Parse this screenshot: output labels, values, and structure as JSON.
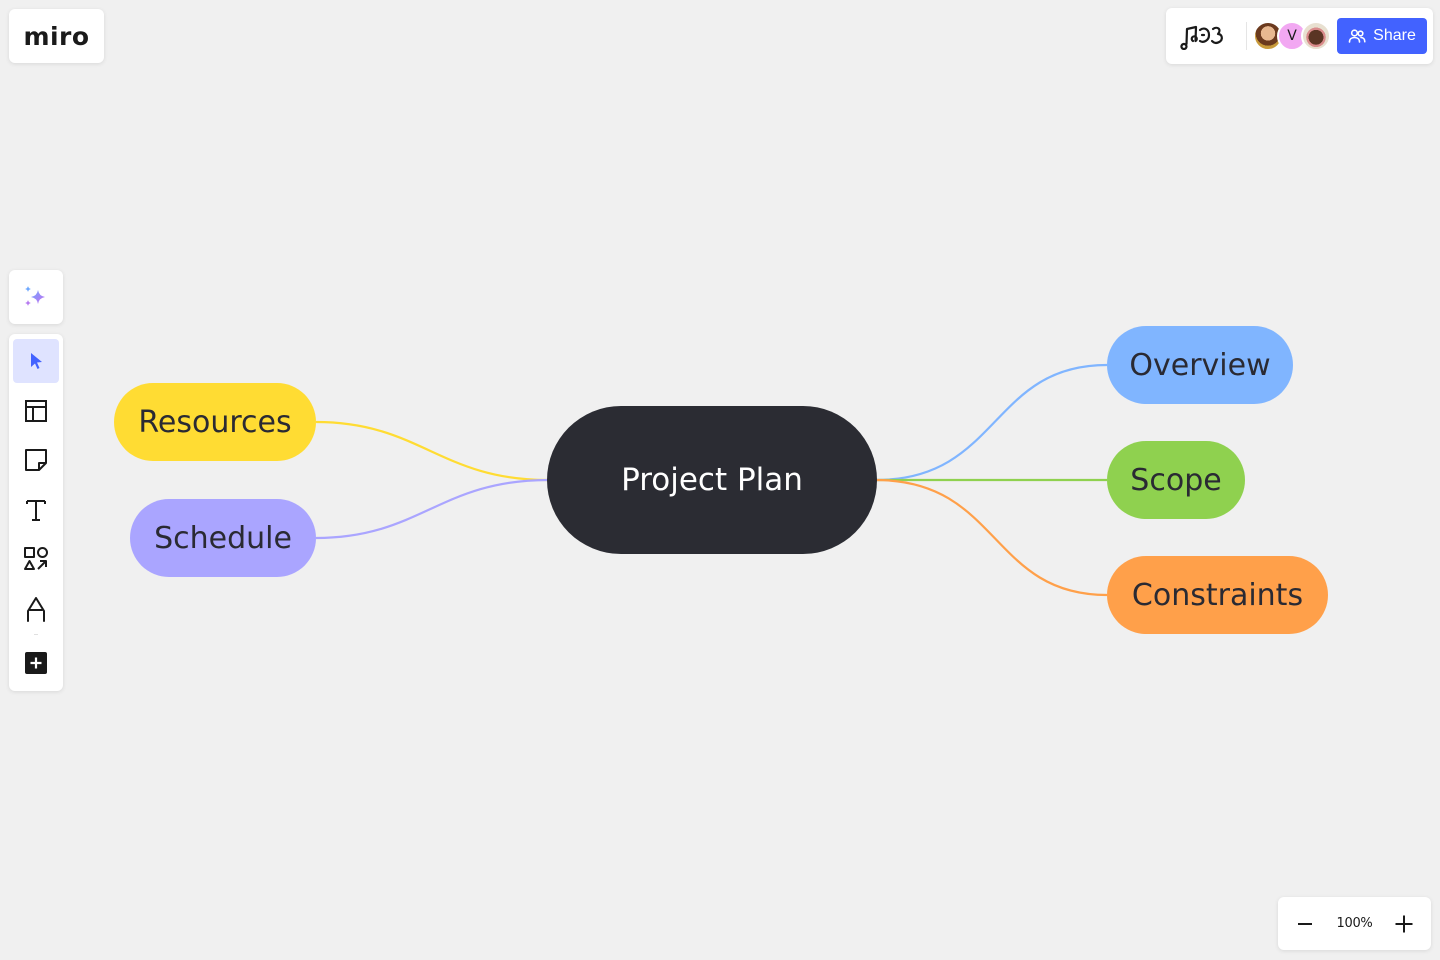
{
  "app": {
    "logo": "miro"
  },
  "header": {
    "reactions_icon": "music-notes-reaction-icon",
    "collaborators": [
      {
        "type": "photo",
        "label": ""
      },
      {
        "type": "initial",
        "label": "V",
        "color": "#f2a8f2"
      },
      {
        "type": "photo",
        "label": ""
      }
    ],
    "share_label": "Share",
    "share_color": "#4262ff"
  },
  "toolbar": {
    "ai_button": "ai-sparkle",
    "tools": [
      {
        "name": "select",
        "active": true
      },
      {
        "name": "templates"
      },
      {
        "name": "sticky-note"
      },
      {
        "name": "text"
      },
      {
        "name": "shapes"
      },
      {
        "name": "pen"
      },
      {
        "name": "more-apps"
      }
    ]
  },
  "zoom": {
    "level": "100%",
    "minus": "−",
    "plus": "+"
  },
  "mindmap": {
    "root": {
      "label": "Project Plan",
      "color": "#2b2c33"
    },
    "left": [
      {
        "label": "Resources",
        "color": "#ffdc33",
        "line": "#ffdc33"
      },
      {
        "label": "Schedule",
        "color": "#aaa5ff",
        "line": "#aaa5ff"
      }
    ],
    "right": [
      {
        "label": "Overview",
        "color": "#80b5ff",
        "line": "#80b5ff"
      },
      {
        "label": "Scope",
        "color": "#8fd14f",
        "line": "#8fd14f"
      },
      {
        "label": "Constraints",
        "color": "#ffa04a",
        "line": "#ffa04a"
      }
    ]
  }
}
